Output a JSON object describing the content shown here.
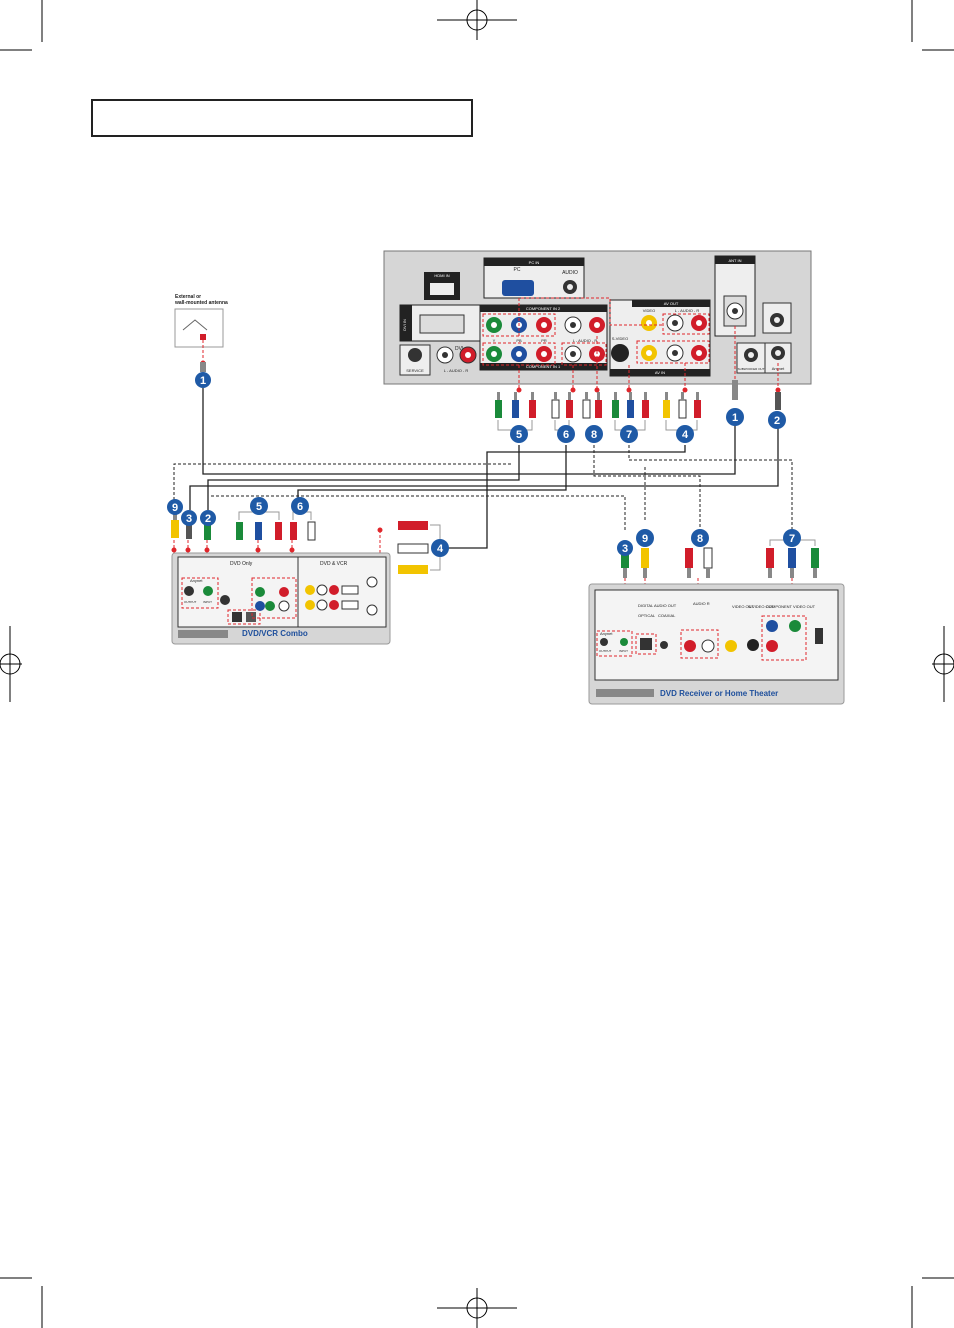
{
  "title_box_text": "",
  "tv_panel": {
    "hdmi_in": "HDMI IN",
    "dvi_in": "DVI IN",
    "pc_in": "PC IN",
    "pc": "PC",
    "audio": "AUDIO",
    "component_in_2": "COMPONENT IN 2",
    "component_in_1": "COMPONENT IN 1",
    "dvi": "DVI",
    "dvi_audio": "L - AUDIO - R",
    "comp_audio": "L - AUDIO - R",
    "service": "SERVICE",
    "s_video": "S-VIDEO",
    "video": "VIDEO",
    "av_out": "AV OUT",
    "av_in": "AV IN",
    "av_audio": "L - AUDIO - R",
    "ant_in": "ANT IN",
    "subwoofer_out": "SUBWOOFER OUT",
    "anynet": "Anynet",
    "component_y": "Y",
    "component_pb": "PB",
    "component_pr": "PR"
  },
  "antenna": {
    "label_line1": "External or",
    "label_line2": "wall-mounted antenna"
  },
  "dvd_vcr": {
    "title": "DVD/VCR Combo",
    "dvd_only": "DVD Only",
    "dvd_and_vcr": "DVD & VCR",
    "anynet": "Anynet",
    "output": "OUTPUT",
    "input": "INPUT"
  },
  "receiver": {
    "title": "DVD Receiver or Home Theater",
    "digital_audio_out": "DIGITAL AUDIO OUT",
    "optical": "OPTICAL",
    "coaxial": "COAXIAL",
    "audio_r": "AUDIO R",
    "video_out": "VIDEO OUT",
    "s_video_out": "S-VIDEO OUT",
    "component_video_out": "COMPONENT VIDEO OUT",
    "anynet": "Anynet",
    "output": "OUTPUT",
    "input": "INPUT"
  },
  "badges": {
    "b1": "1",
    "b2": "2",
    "b3": "3",
    "b4": "4",
    "b5": "5",
    "b6": "6",
    "b7": "7",
    "b8": "8",
    "b9": "9"
  },
  "colors": {
    "panel": "#d6d6d6",
    "badge": "#1f5aa6",
    "connector_red": "#d11d2a",
    "connector_green": "#1a8a3a",
    "connector_blue": "#1f4fa0",
    "connector_yellow": "#f2c400",
    "dashed_red": "#e0262b",
    "device_label": "#1e4f9c"
  }
}
